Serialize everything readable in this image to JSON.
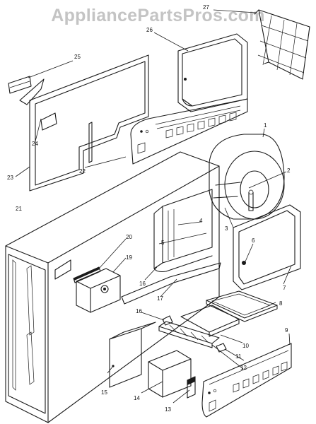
{
  "watermark": "AppliancePartsPros.com",
  "callouts": [
    {
      "id": "c1",
      "text": "1"
    },
    {
      "id": "c2",
      "text": "2"
    },
    {
      "id": "c3",
      "text": "3"
    },
    {
      "id": "c4",
      "text": "4"
    },
    {
      "id": "c5",
      "text": "5"
    },
    {
      "id": "c6",
      "text": "6"
    },
    {
      "id": "c7",
      "text": "7"
    },
    {
      "id": "c8",
      "text": "8"
    },
    {
      "id": "c9",
      "text": "9"
    },
    {
      "id": "c10",
      "text": "10"
    },
    {
      "id": "c11",
      "text": "11"
    },
    {
      "id": "c12",
      "text": "12"
    },
    {
      "id": "c13",
      "text": "13"
    },
    {
      "id": "c14",
      "text": "14"
    },
    {
      "id": "c15",
      "text": "15"
    },
    {
      "id": "c16a",
      "text": "16"
    },
    {
      "id": "c16b",
      "text": "16"
    },
    {
      "id": "c17",
      "text": "17"
    },
    {
      "id": "c19",
      "text": "19"
    },
    {
      "id": "c20",
      "text": "20"
    },
    {
      "id": "c21",
      "text": "21"
    },
    {
      "id": "c22",
      "text": "22"
    },
    {
      "id": "c23",
      "text": "23"
    },
    {
      "id": "c24",
      "text": "24"
    },
    {
      "id": "c25",
      "text": "25"
    },
    {
      "id": "c26",
      "text": "26"
    },
    {
      "id": "c27",
      "text": "27"
    }
  ]
}
